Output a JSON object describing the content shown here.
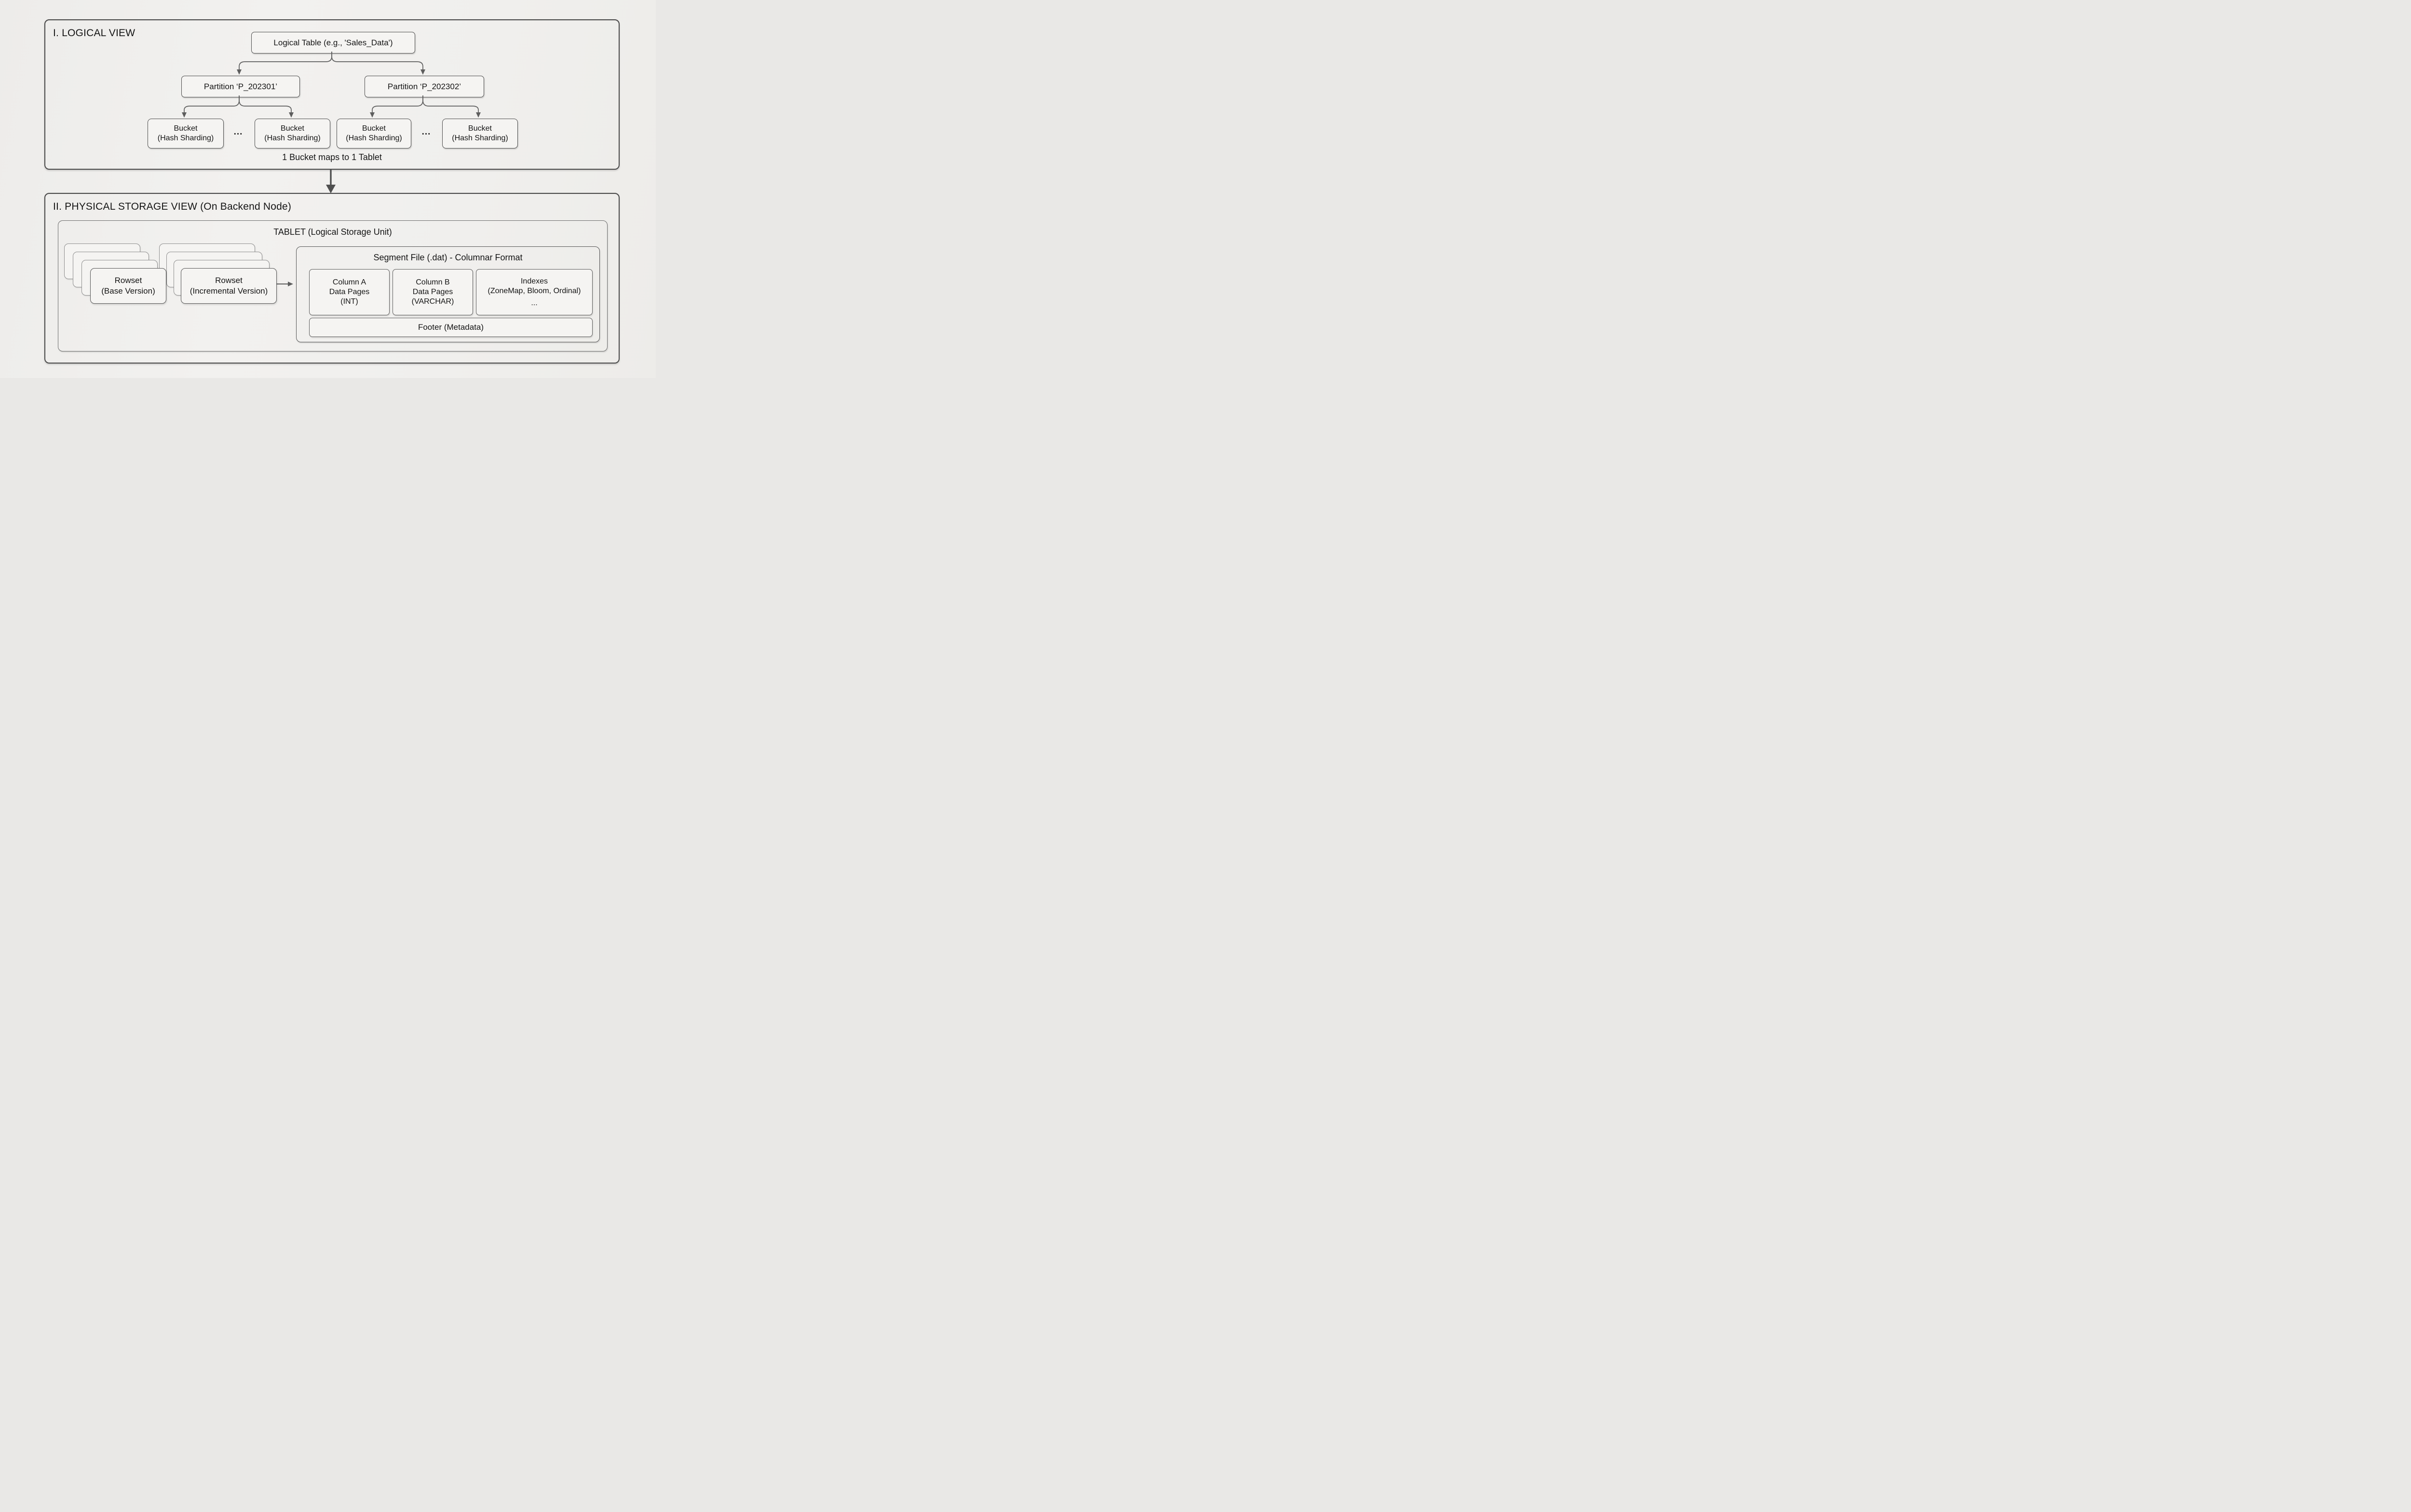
{
  "colors": {
    "background": "#f0efed",
    "node_fill": "#f5f4f2",
    "section_border": "#4a4a4a",
    "node_border": "#4f4f4f",
    "connector": "#5e5e5e",
    "text": "#141414"
  },
  "logical_view": {
    "title": "I. LOGICAL VIEW",
    "table_label": "Logical Table (e.g., 'Sales_Data')",
    "partitions": [
      {
        "label": "Partition ‘P_202301’"
      },
      {
        "label": "Partition ‘P_202302’"
      }
    ],
    "buckets": [
      {
        "line1": "Bucket",
        "line2": "(Hash Sharding)"
      },
      {
        "line1": "Bucket",
        "line2": "(Hash Sharding)"
      },
      {
        "line1": "Bucket",
        "line2": "(Hash Sharding)"
      },
      {
        "line1": "Bucket",
        "line2": "(Hash Sharding)"
      }
    ],
    "ellipsis_left": "...",
    "ellipsis_right": "...",
    "note": "1 Bucket maps to 1 Tablet"
  },
  "physical_view": {
    "title": "II. PHYSICAL STORAGE VIEW (On Backend Node)",
    "tablet": {
      "title": "TABLET (Logical Storage Unit)",
      "rowset_base": {
        "line1": "Rowset",
        "line2": "(Base Version)"
      },
      "rowset_incremental": {
        "line1": "Rowset",
        "line2": "(Incremental Version)"
      },
      "segment": {
        "title": "Segment File (.dat) - Columnar Format",
        "columns": [
          {
            "line1": "Column A",
            "line2": "Data Pages",
            "line3": "(INT)"
          },
          {
            "line1": "Column B",
            "line2": "Data Pages",
            "line3": "(VARCHAR)"
          },
          {
            "line1": "Indexes",
            "line2": "(ZoneMap, Bloom, Ordinal)",
            "line3": "..."
          }
        ],
        "footer_label": "Footer (Metadata)"
      }
    }
  }
}
